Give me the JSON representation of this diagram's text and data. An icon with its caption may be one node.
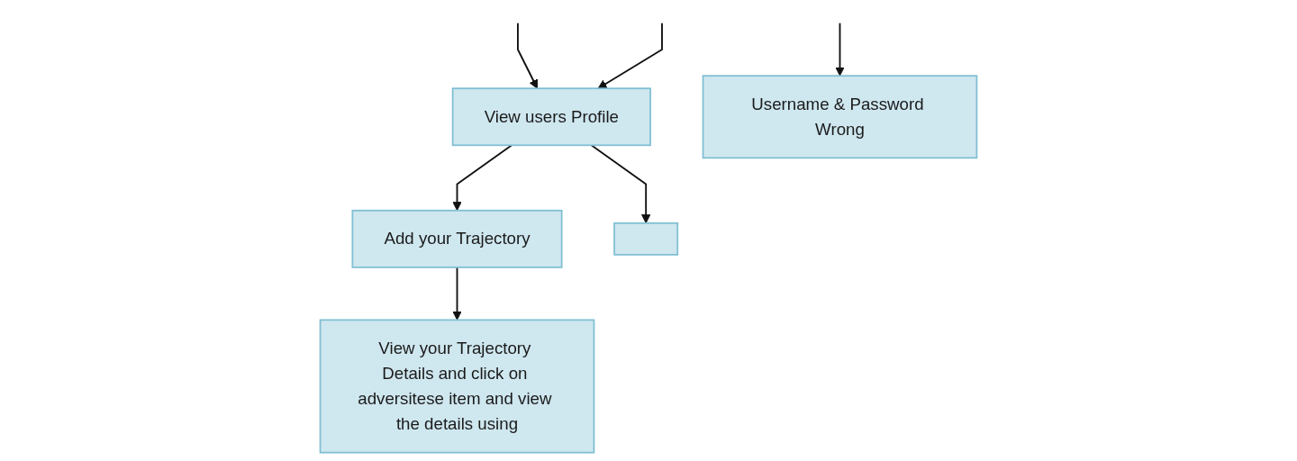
{
  "diagram": {
    "nodes": [
      {
        "text": [
          "View users Profile"
        ]
      },
      {
        "text": [
          "Username & Password Wrong"
        ]
      },
      {
        "text": [
          "Add your Trajectory"
        ]
      },
      {
        "text": [
          "View your Trajectory Details and click on adversitese item and view the details using"
        ]
      },
      {
        "text": [],
        "shape": "box"
      }
    ],
    "edges": [
      {
        "from": null,
        "to": 0,
        "arrow": "to"
      },
      {
        "from": null,
        "to": 1,
        "arrow": "to"
      },
      {
        "from": null,
        "to": 0,
        "arrow": "to"
      },
      {
        "from": 0,
        "to": 2,
        "arrow": "to"
      },
      {
        "from": 2,
        "to": 3,
        "arrow": "to"
      },
      {
        "from": 0,
        "to": 4,
        "arrow": "to"
      }
    ]
  }
}
